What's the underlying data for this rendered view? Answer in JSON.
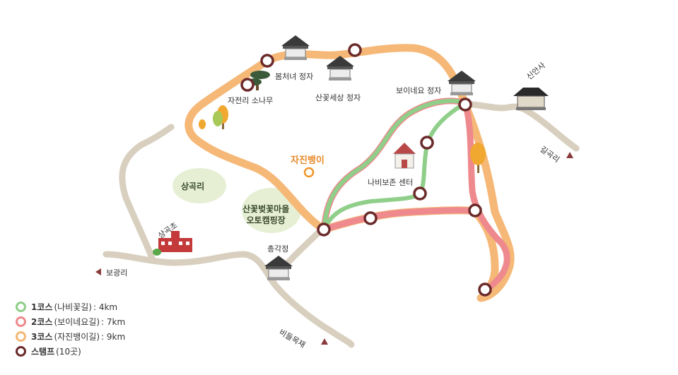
{
  "places": {
    "bomcheonyeo": "봄처녀 정자",
    "jajeonri": "자전리 소나무",
    "sanggot": "산꽃세상 정자",
    "boine": "보이네요 정자",
    "sinansa": "신안사",
    "gilgokri": "길곡리",
    "jajinbaengi": "자진뱅이",
    "nabi": "나비보존 센터",
    "sanggokri": "상곡리",
    "campsite_line1": "산꽃벚꽃마을",
    "campsite_line2": "오토캠핑장",
    "sanggokcho": "상곡초",
    "chonggak": "총각정",
    "bogwangri": "보광리",
    "biteulmokjae": "비들목재"
  },
  "legend": [
    {
      "name": "1코스",
      "sub": "(나비꽃길)",
      "dist": ": 4km",
      "color": "#8fcf8a"
    },
    {
      "name": "2코스",
      "sub": "(보이네요길)",
      "dist": ": 7km",
      "color": "#ee8a8e"
    },
    {
      "name": "3코스",
      "sub": "(자진뱅이길)",
      "dist": ": 9km",
      "color": "#f5b877"
    },
    {
      "name": "스탬프",
      "sub": "(10곳)",
      "dist": "",
      "color": "#6b2a2a"
    }
  ],
  "colors": {
    "road": "#d8cfbf",
    "course1": "#8fcf8a",
    "course2": "#ee8a8e",
    "course3": "#f5b877",
    "stamp": "#6b2a2a",
    "meadow": "#e6efd4"
  }
}
